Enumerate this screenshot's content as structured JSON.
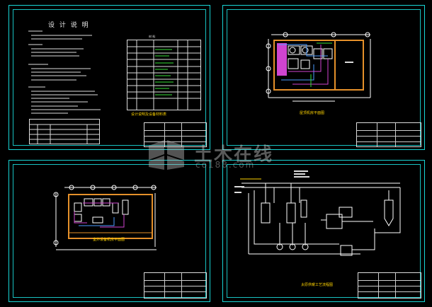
{
  "sheets": [
    {
      "id": "sheet1",
      "title": "设 计 说 明",
      "table_title": "材  料",
      "caption": "设计说明及设备材料表"
    },
    {
      "id": "sheet2",
      "caption": "屋顶机房平面图"
    },
    {
      "id": "sheet3",
      "caption": "室外设备机房平面图"
    },
    {
      "id": "sheet4",
      "caption": "太原供暖工艺流程图"
    }
  ],
  "watermark": {
    "main": "土木在线",
    "sub": "co188.com"
  },
  "colors": {
    "frame": "#19d6d6",
    "caption": "#ffd400",
    "line": "#ffffff",
    "wall": "#e5902a",
    "equip": "#d044d0",
    "green": "#38e038"
  }
}
